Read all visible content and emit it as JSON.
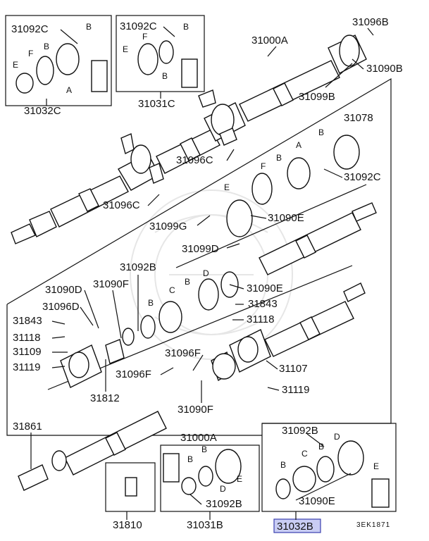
{
  "diagram": {
    "drawing_code": "3EK1871",
    "highlighted_part": "31032B",
    "part_labels": {
      "p31000A_top": "31000A",
      "p31000A_bottom": "31000A",
      "p31078": "31078",
      "p31092C_tl": "31092C",
      "p31092C_tm": "31092C",
      "p31092C_r": "31092C",
      "p31092B_mid": "31092B",
      "p31092B_br": "31092B",
      "p31092B_bm": "31092B",
      "p31032C": "31032C",
      "p31031C": "31031C",
      "p31031B": "31031B",
      "p31032B": "31032B",
      "p31096B": "31096B",
      "p31090B": "31090B",
      "p31099B": "31099B",
      "p31096C_a": "31096C",
      "p31096C_b": "31096C",
      "p31099G": "31099G",
      "p31090E_a": "31090E",
      "p31090E_b": "31090E",
      "p31090E_c": "31090E",
      "p31099D": "31099D",
      "p31843_a": "31843",
      "p31843_b": "31843",
      "p31118_a": "31118",
      "p31118_b": "31118",
      "p31090D": "31090D",
      "p31096D": "31096D",
      "p31090F_a": "31090F",
      "p31090F_b": "31090F",
      "p31109": "31109",
      "p31119_a": "31119",
      "p31119_b": "31119",
      "p31107": "31107",
      "p31812": "31812",
      "p31096F_a": "31096F",
      "p31096F_b": "31096F",
      "p31861": "31861",
      "p31810": "31810"
    },
    "letters": {
      "A": "A",
      "B": "B",
      "C": "C",
      "D": "D",
      "E": "E",
      "F": "F"
    }
  }
}
